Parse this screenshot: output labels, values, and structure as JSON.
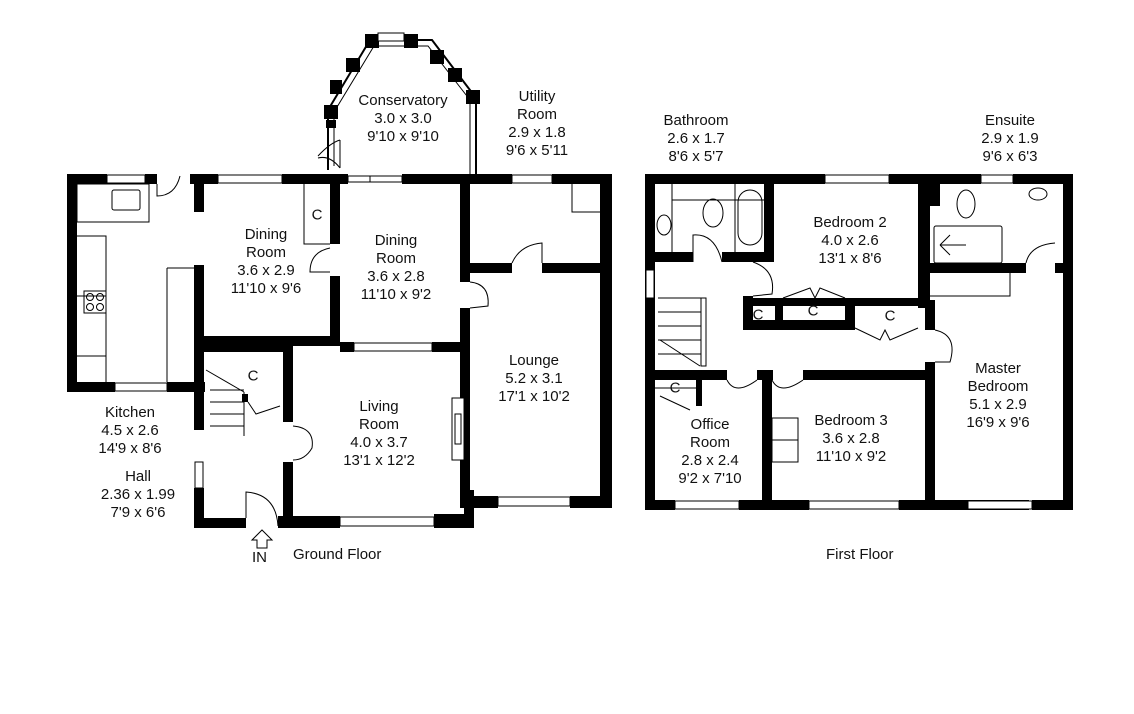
{
  "ground_floor": {
    "title": "Ground Floor",
    "entrance_label": "IN",
    "rooms": [
      {
        "name": "Conservatory",
        "metric": "3.0 x 3.0",
        "imperial": "9'10 x 9'10"
      },
      {
        "name": "Utility Room",
        "line1": "Utility",
        "line2": "Room",
        "metric": "2.9 x 1.8",
        "imperial": "9'6 x 5'11"
      },
      {
        "name": "Dining Room",
        "line1": "Dining",
        "line2": "Room",
        "metric": "3.6 x 2.9",
        "imperial": "11'10 x 9'6"
      },
      {
        "name": "Dining Room",
        "line1": "Dining",
        "line2": "Room",
        "metric": "3.6 x 2.8",
        "imperial": "11'10 x 9'2"
      },
      {
        "name": "Lounge",
        "metric": "5.2 x 3.1",
        "imperial": "17'1 x 10'2"
      },
      {
        "name": "Living Room",
        "line1": "Living",
        "line2": "Room",
        "metric": "4.0 x 3.7",
        "imperial": "13'1 x 12'2"
      },
      {
        "name": "Kitchen",
        "metric": "4.5 x 2.6",
        "imperial": "14'9 x 8'6"
      },
      {
        "name": "Hall",
        "metric": "2.36 x 1.99",
        "imperial": "7'9 x 6'6"
      }
    ],
    "cupboards": [
      "C",
      "C"
    ]
  },
  "first_floor": {
    "title": "First Floor",
    "rooms": [
      {
        "name": "Bathroom",
        "metric": "2.6 x 1.7",
        "imperial": "8'6 x 5'7"
      },
      {
        "name": "Ensuite",
        "metric": "2.9 x 1.9",
        "imperial": "9'6 x 6'3"
      },
      {
        "name": "Bedroom 2",
        "metric": "4.0 x 2.6",
        "imperial": "13'1 x 8'6"
      },
      {
        "name": "Master Bedroom",
        "line1": "Master",
        "line2": "Bedroom",
        "metric": "5.1 x 2.9",
        "imperial": "16'9 x 9'6"
      },
      {
        "name": "Office Room",
        "line1": "Office",
        "line2": "Room",
        "metric": "2.8 x 2.4",
        "imperial": "9'2 x 7'10"
      },
      {
        "name": "Bedroom 3",
        "metric": "3.6 x 2.8",
        "imperial": "11'10 x 9'2"
      }
    ],
    "cupboards": [
      "C",
      "C",
      "C",
      "C"
    ]
  }
}
